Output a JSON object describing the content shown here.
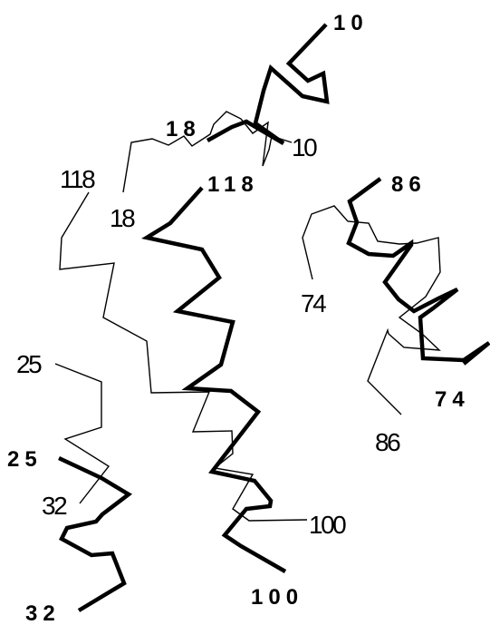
{
  "labels": {
    "bold_10": "10",
    "bold_18": "18",
    "bold_118": "118",
    "bold_86": "86",
    "bold_74": "74",
    "bold_25": "25",
    "bold_32": "32",
    "bold_100": "100",
    "thin_10": "10",
    "thin_18": "18",
    "thin_118": "118",
    "thin_74": "74",
    "thin_86": "86",
    "thin_25": "25",
    "thin_32": "32",
    "thin_100": "100"
  },
  "colors": {
    "ink": "#000000",
    "background": "#ffffff"
  }
}
